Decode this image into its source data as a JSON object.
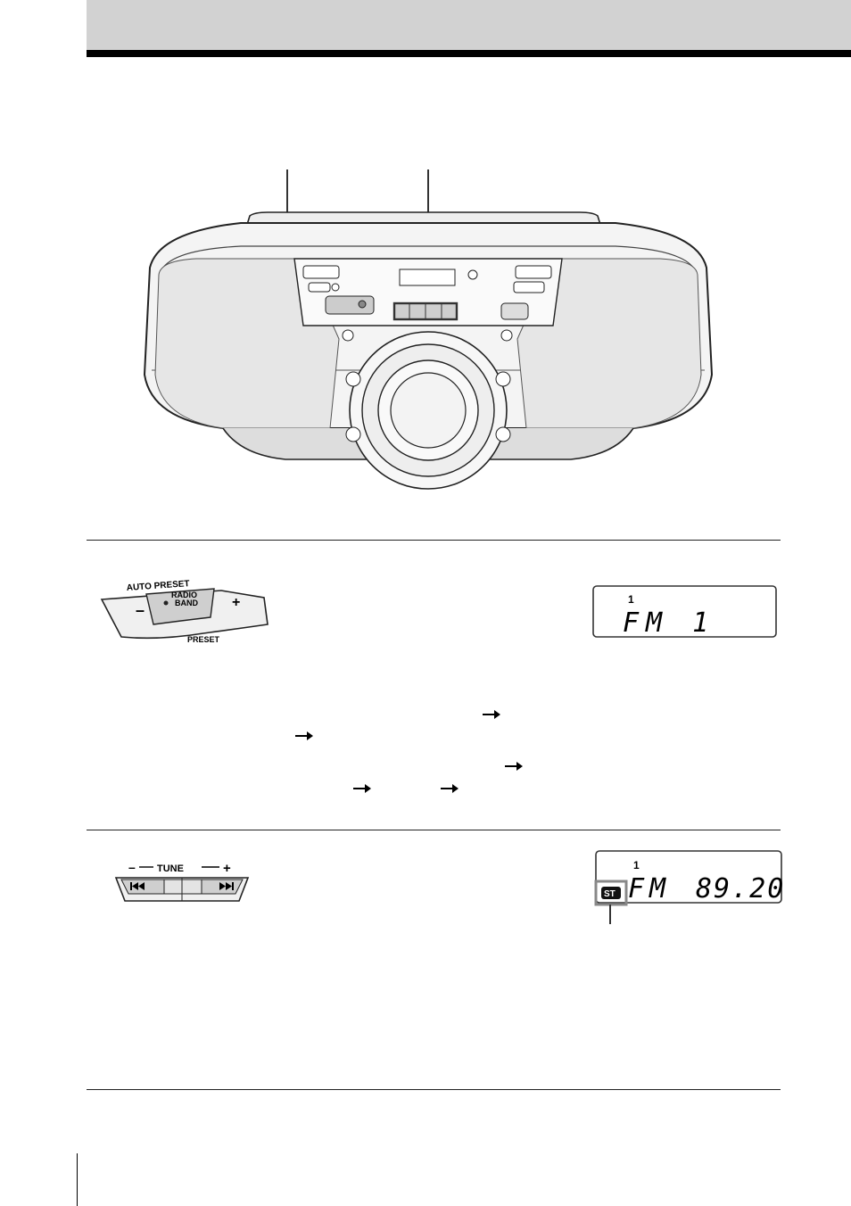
{
  "figure_labels": {
    "auto_preset": "AUTO PRESET",
    "radio_band_line1": "RADIO",
    "radio_band_line2": "BAND",
    "preset": "PRESET",
    "minus": "–",
    "plus": "+",
    "tune": "TUNE",
    "tune_minus": "–",
    "tune_plus": "+"
  },
  "display_1": {
    "preset_number": "1",
    "text": "FM 1"
  },
  "display_2": {
    "preset_number": "1",
    "band": "FM",
    "frequency": "89.20",
    "stereo_indicator": "ST"
  },
  "icons": [
    "right-arrow-icon",
    "rewind-icon",
    "fast-forward-icon"
  ]
}
